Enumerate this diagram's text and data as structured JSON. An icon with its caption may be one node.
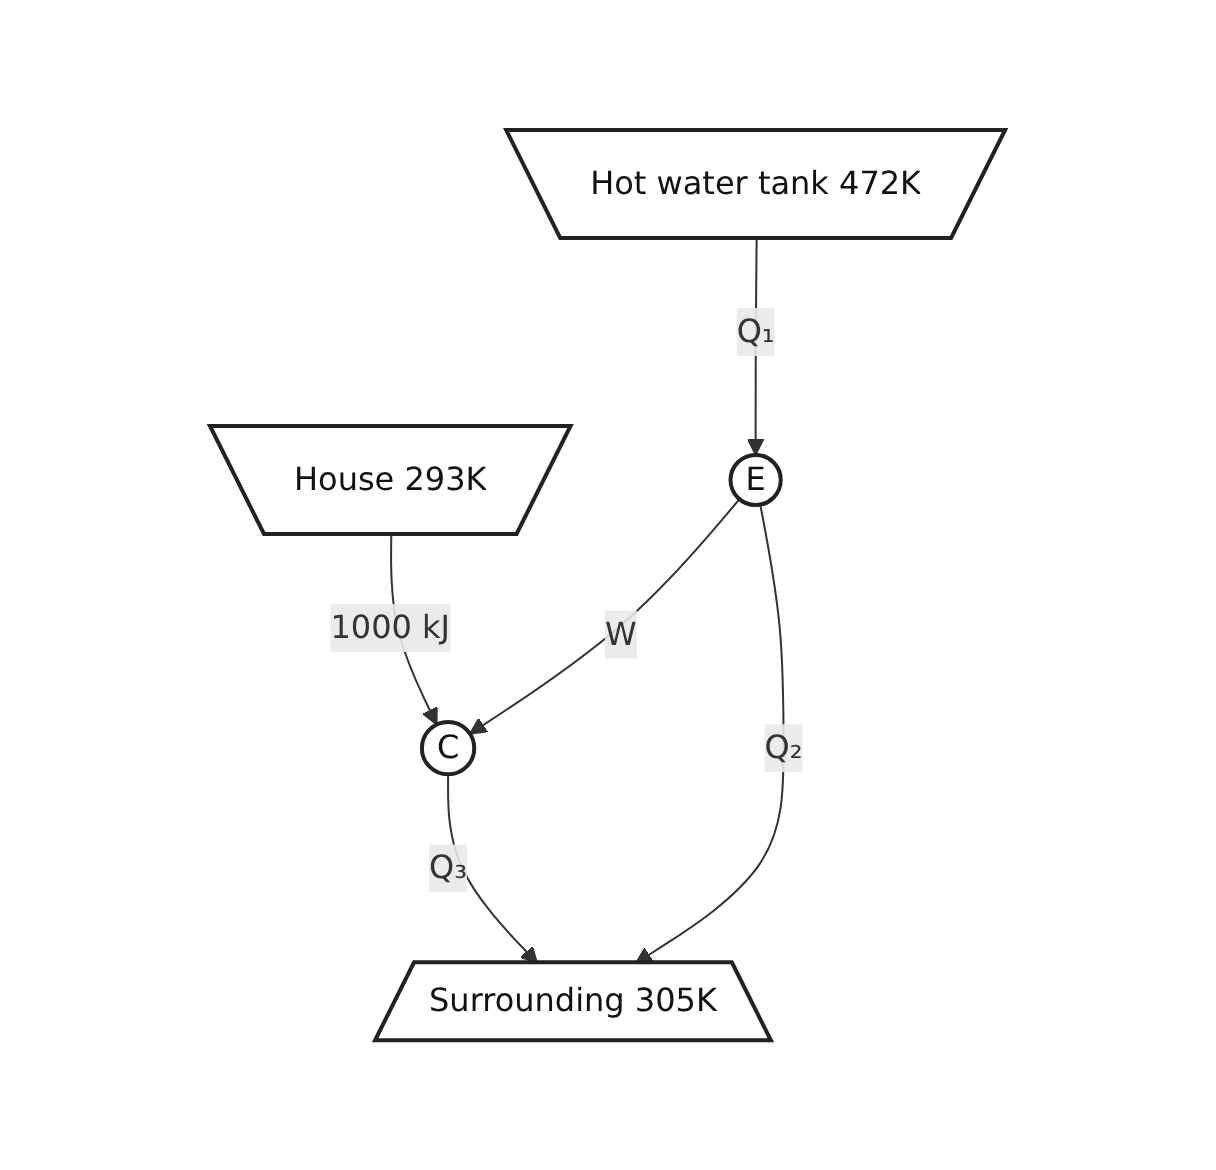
{
  "diagram": {
    "nodes": [
      {
        "text": [
          "Hot water tank 472K"
        ]
      },
      {
        "text": [
          "House 293K"
        ]
      },
      {
        "text": [
          "E"
        ]
      },
      {
        "text": [
          "C"
        ]
      },
      {
        "text": [
          "Surrounding 305K"
        ]
      }
    ],
    "edges": [
      {
        "from": 0,
        "to": 2,
        "arrow": "to",
        "label": "Q₁"
      },
      {
        "from": 1,
        "to": 3,
        "arrow": "to",
        "label": "1000 kJ"
      },
      {
        "from": 2,
        "to": 3,
        "arrow": "to",
        "label": "W"
      },
      {
        "from": 2,
        "to": 4,
        "arrow": "to",
        "label": "Q₂"
      },
      {
        "from": 3,
        "to": 4,
        "arrow": "to",
        "label": "Q₃"
      }
    ]
  }
}
